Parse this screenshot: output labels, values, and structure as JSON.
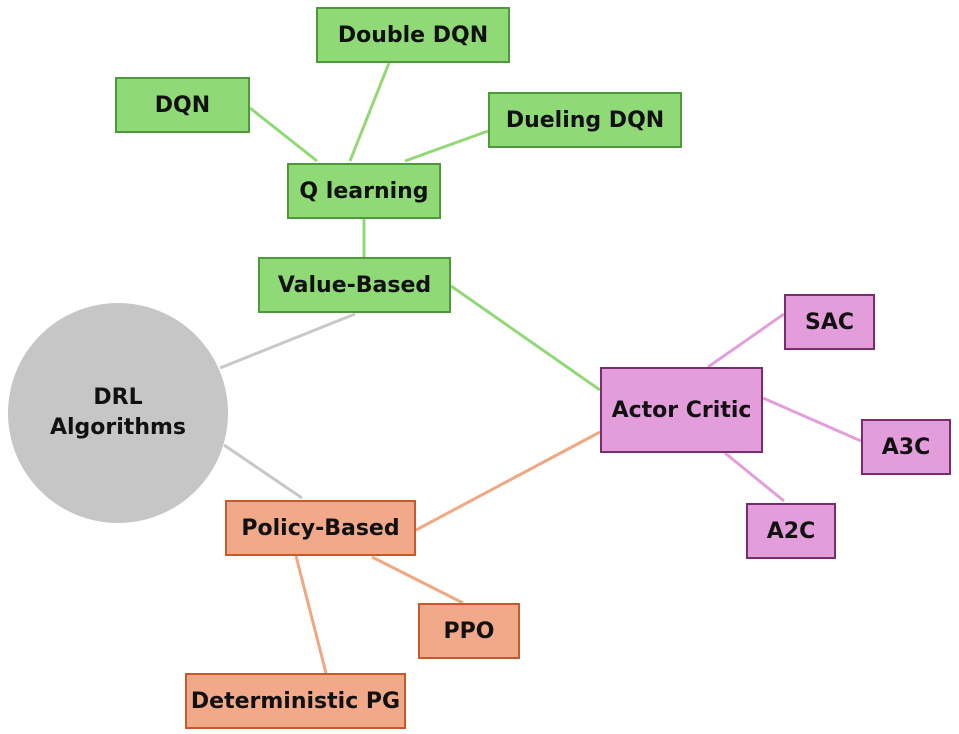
{
  "colors": {
    "value_fill": "#8fd977",
    "value_border": "#4e9a3a",
    "value_edge": "#92d877",
    "policy_fill": "#f2a98a",
    "policy_border": "#c65a2c",
    "policy_edge": "#f0a882",
    "actor_fill": "#e39ddb",
    "actor_border": "#7a2c6e",
    "actor_edge": "#e29fdb",
    "root_fill": "#c6c6c6",
    "root_edge": "#c8c8c8"
  },
  "nodes": {
    "root": {
      "line1": "DRL",
      "line2": "Algorithms"
    },
    "value_based": {
      "label": "Value-Based"
    },
    "q_learning": {
      "label": "Q learning"
    },
    "dqn": {
      "label": "DQN"
    },
    "double_dqn": {
      "label": "Double DQN"
    },
    "dueling_dqn": {
      "label": "Dueling DQN"
    },
    "policy_based": {
      "label": "Policy-Based"
    },
    "ppo": {
      "label": "PPO"
    },
    "deterministic_pg": {
      "label": "Deterministic PG"
    },
    "actor_critic": {
      "label": "Actor Critic"
    },
    "sac": {
      "label": "SAC"
    },
    "a3c": {
      "label": "A3C"
    },
    "a2c": {
      "label": "A2C"
    }
  },
  "edges": [
    {
      "from": "root",
      "to": "value_based",
      "color": "root_edge"
    },
    {
      "from": "root",
      "to": "policy_based",
      "color": "root_edge"
    },
    {
      "from": "value_based",
      "to": "q_learning",
      "color": "value_edge"
    },
    {
      "from": "q_learning",
      "to": "dqn",
      "color": "value_edge"
    },
    {
      "from": "q_learning",
      "to": "double_dqn",
      "color": "value_edge"
    },
    {
      "from": "q_learning",
      "to": "dueling_dqn",
      "color": "value_edge"
    },
    {
      "from": "value_based",
      "to": "actor_critic",
      "color": "value_edge"
    },
    {
      "from": "policy_based",
      "to": "actor_critic",
      "color": "policy_edge"
    },
    {
      "from": "policy_based",
      "to": "ppo",
      "color": "policy_edge"
    },
    {
      "from": "policy_based",
      "to": "deterministic_pg",
      "color": "policy_edge"
    },
    {
      "from": "actor_critic",
      "to": "sac",
      "color": "actor_edge"
    },
    {
      "from": "actor_critic",
      "to": "a3c",
      "color": "actor_edge"
    },
    {
      "from": "actor_critic",
      "to": "a2c",
      "color": "actor_edge"
    }
  ]
}
